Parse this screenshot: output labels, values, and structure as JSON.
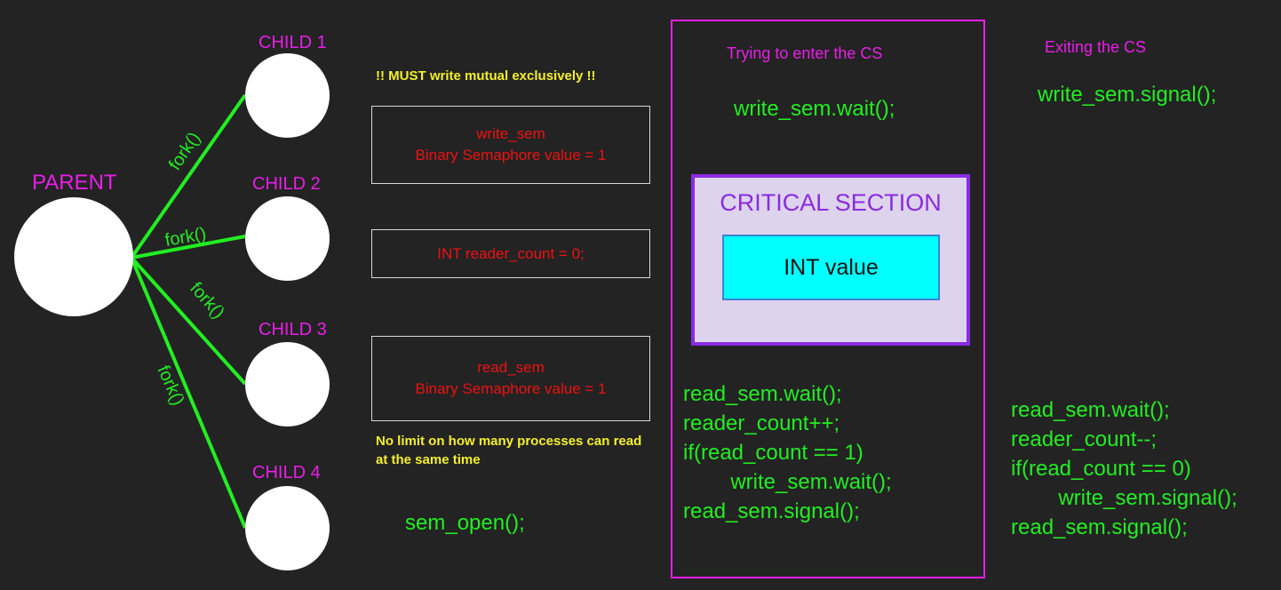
{
  "colors": {
    "background": "#232323",
    "magenta": "#e91ee9",
    "green": "#22ee22",
    "red": "#ee1111",
    "yellow": "#f5f02a",
    "purple": "#8a2be2",
    "cs_fill": "#ddd3ec",
    "cyan": "#00ffff",
    "cyan_border": "#3b82d6",
    "white": "#ffffff"
  },
  "tree": {
    "parent_label": "PARENT",
    "children": [
      {
        "label": "CHILD 1",
        "edge_label": "fork()"
      },
      {
        "label": "CHILD 2",
        "edge_label": "fork()"
      },
      {
        "label": "CHILD 3",
        "edge_label": "fork()"
      },
      {
        "label": "CHILD 4",
        "edge_label": "fork()"
      }
    ]
  },
  "middle": {
    "top_note": "!! MUST write mutual exclusively !!",
    "write_sem_box": {
      "line1": "write_sem",
      "line2": "Binary Semaphore value = 1"
    },
    "reader_count_box": {
      "line1": "INT reader_count = 0;"
    },
    "read_sem_box": {
      "line1": "read_sem",
      "line2": "Binary Semaphore value = 1"
    },
    "bottom_note": "No limit on how many processes can read at the same time",
    "sem_open": "sem_open();"
  },
  "entry": {
    "heading": "Trying to enter the CS",
    "write_code": "write_sem.wait();",
    "critical_section_title": "CRITICAL SECTION",
    "int_value": "INT value",
    "reader_code": [
      "read_sem.wait();",
      "reader_count++;",
      "if(read_count == 1)",
      "        write_sem.wait();",
      "read_sem.signal();"
    ]
  },
  "exit": {
    "heading": "Exiting the CS",
    "write_code": "write_sem.signal();",
    "reader_code": [
      "read_sem.wait();",
      "reader_count--;",
      "if(read_count == 0)",
      "        write_sem.signal();",
      "read_sem.signal();"
    ]
  }
}
